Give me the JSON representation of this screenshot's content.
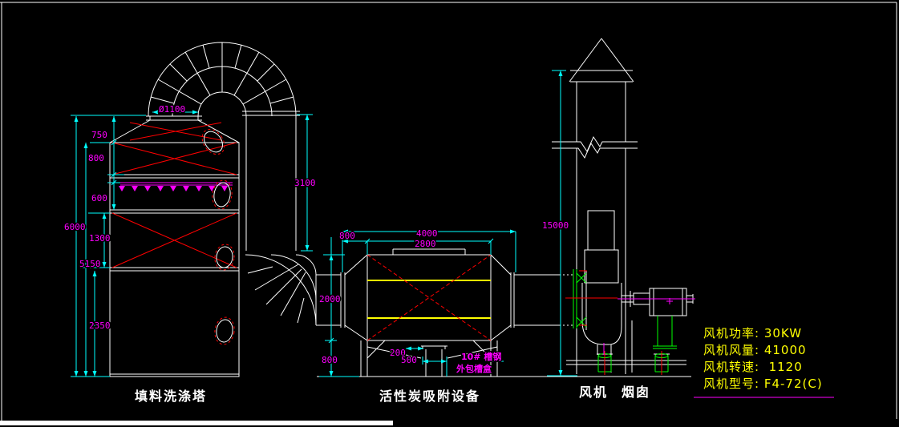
{
  "colors": {
    "background": "#000000",
    "equipment_line": "#ffffff",
    "dimension_line": "#00ffff",
    "dimension_text": "#ff00ff",
    "accent_red": "#ff0000",
    "carbon_layer_yellow": "#ffff00",
    "spec_text_yellow": "#ffff00",
    "flex_joint_green": "#00ff00"
  },
  "labels": {
    "scrubber_tower": "填料洗涤塔",
    "carbon_adsorber": "活性炭吸附设备",
    "fan": "风机",
    "chimney": "烟囱"
  },
  "fan_specs": {
    "power": "风机功率: 30KW",
    "airflow": "风机风量: 41000",
    "speed": "风机转速:  1120",
    "model": "风机型号: F4-72(C)"
  },
  "notes": {
    "support_line1": "10# 槽钢",
    "support_line2": "外包槽盒"
  },
  "dims": {
    "dia_top": "Ø1100",
    "d750": "750",
    "d800_tower": "800",
    "d600": "600",
    "d6000": "6000",
    "d1300": "1300",
    "d5150": "5150",
    "d2350": "2350",
    "d3100": "3100",
    "d4000": "4000",
    "d2800": "2800",
    "d800_inlet": "800",
    "d2000": "2000",
    "d800_legs": "800",
    "d200": "200",
    "d500": "500",
    "d15000": "15000"
  }
}
